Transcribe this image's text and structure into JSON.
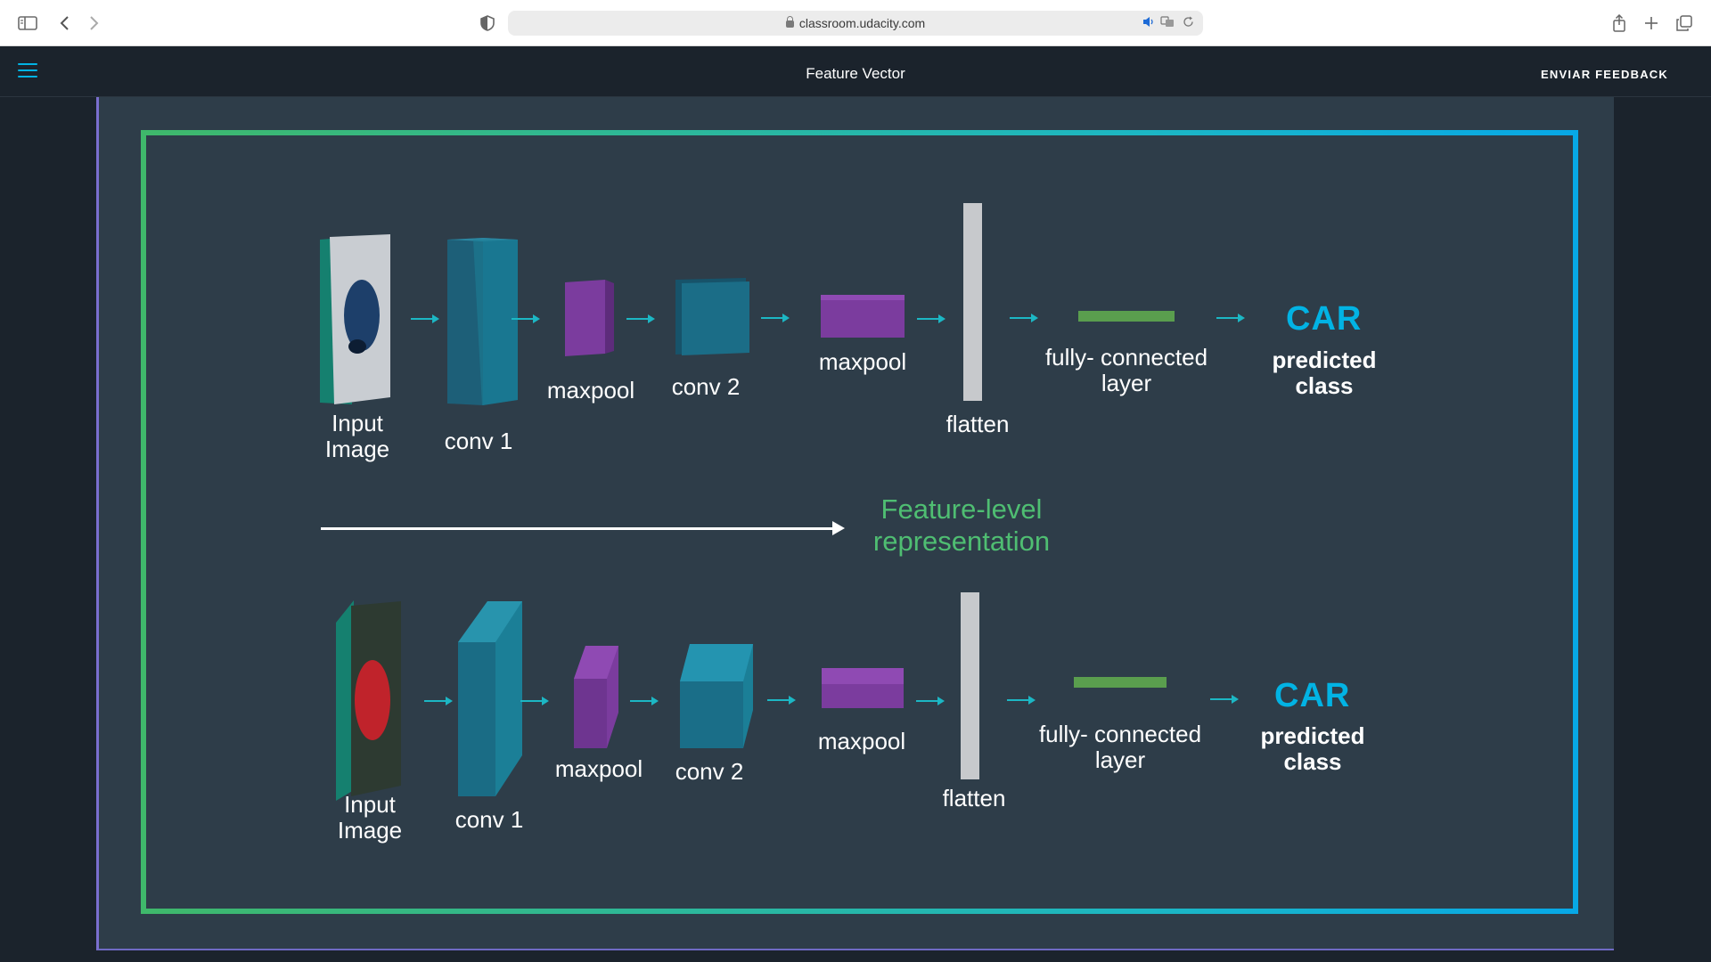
{
  "browser": {
    "url": "classroom.udacity.com"
  },
  "header": {
    "title": "Feature Vector",
    "feedback_label": "ENVIAR FEEDBACK"
  },
  "slide": {
    "top_row": {
      "input_label": "Input\nImage",
      "conv1_label": "conv 1",
      "maxpool1_label": "maxpool",
      "conv2_label": "conv 2",
      "maxpool2_label": "maxpool",
      "flatten_label": "flatten",
      "fc_label": "fully- connected\nlayer",
      "prediction": "CAR",
      "predicted_label": "predicted\nclass"
    },
    "feature_caption": "Feature-level\nrepresentation",
    "bottom_row": {
      "input_label": "Input\nImage",
      "conv1_label": "conv 1",
      "maxpool1_label": "maxpool",
      "conv2_label": "conv 2",
      "maxpool2_label": "maxpool",
      "flatten_label": "flatten",
      "fc_label": "fully- connected\nlayer",
      "prediction": "CAR",
      "predicted_label": "predicted\nclass"
    }
  },
  "colors": {
    "accent": "#02b3e4",
    "feature_green": "#4fbe72",
    "teal_block": "#1b7f97",
    "purple_block": "#7b3c9e",
    "background": "#2e3d49"
  }
}
